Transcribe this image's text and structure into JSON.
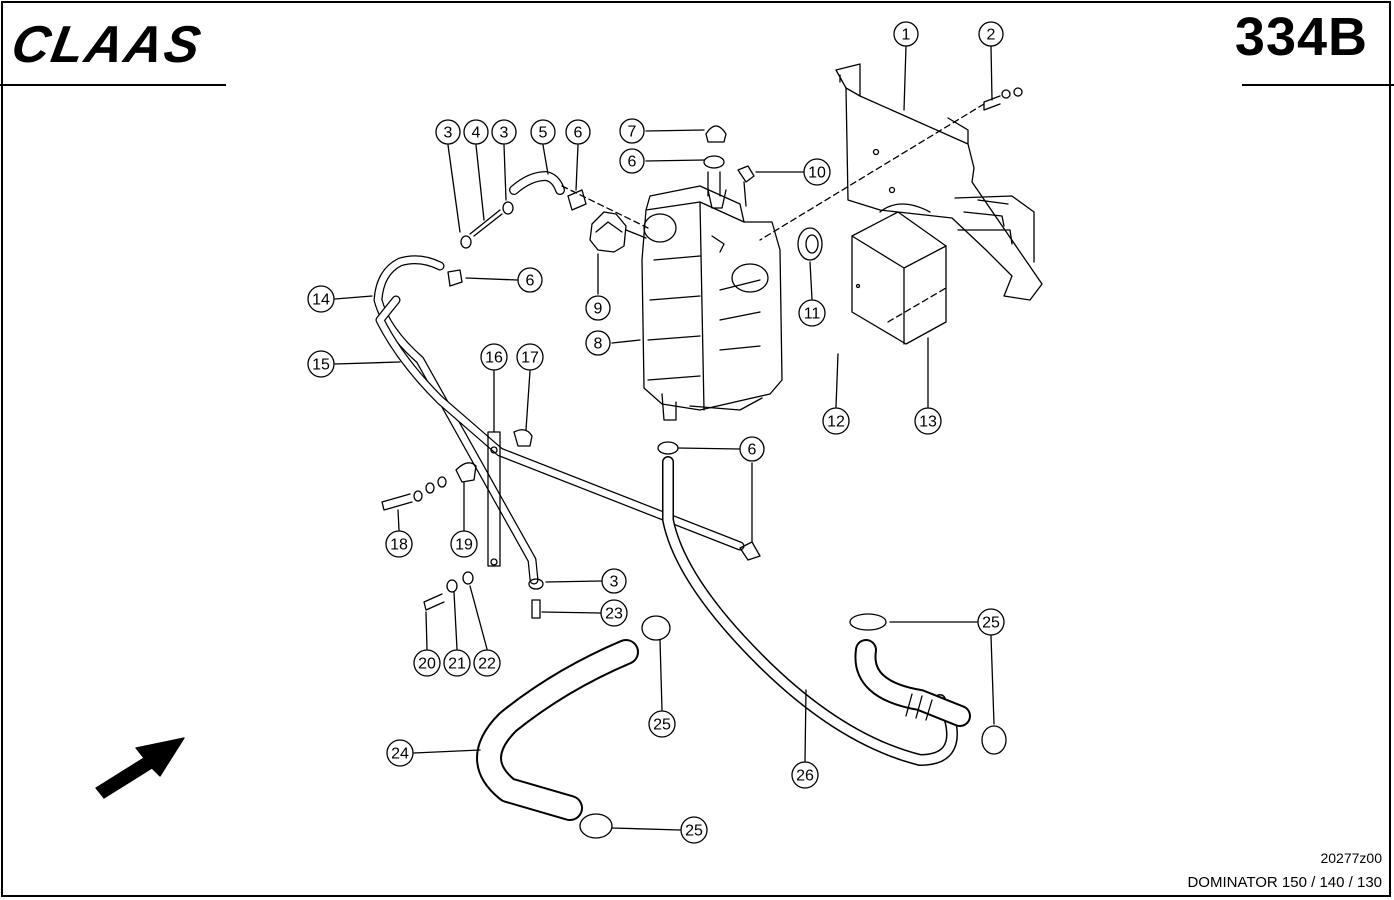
{
  "header": {
    "brand": "CLAAS",
    "page_code": "334B"
  },
  "footer": {
    "drawing_code": "20277z00",
    "model": "DOMINATOR 150 / 140 / 130"
  },
  "callouts": [
    {
      "id": "c1",
      "label": "1"
    },
    {
      "id": "c2",
      "label": "2"
    },
    {
      "id": "c3a",
      "label": "3"
    },
    {
      "id": "c4",
      "label": "4"
    },
    {
      "id": "c3b",
      "label": "3"
    },
    {
      "id": "c5",
      "label": "5"
    },
    {
      "id": "c6a",
      "label": "6"
    },
    {
      "id": "c7",
      "label": "7"
    },
    {
      "id": "c6b",
      "label": "6"
    },
    {
      "id": "c10",
      "label": "10"
    },
    {
      "id": "c6c",
      "label": "6"
    },
    {
      "id": "c14",
      "label": "14"
    },
    {
      "id": "c9",
      "label": "9"
    },
    {
      "id": "c11",
      "label": "11"
    },
    {
      "id": "c8",
      "label": "8"
    },
    {
      "id": "c15",
      "label": "15"
    },
    {
      "id": "c16",
      "label": "16"
    },
    {
      "id": "c17",
      "label": "17"
    },
    {
      "id": "c12",
      "label": "12"
    },
    {
      "id": "c13",
      "label": "13"
    },
    {
      "id": "c6d",
      "label": "6"
    },
    {
      "id": "c18",
      "label": "18"
    },
    {
      "id": "c19",
      "label": "19"
    },
    {
      "id": "c3c",
      "label": "3"
    },
    {
      "id": "c23",
      "label": "23"
    },
    {
      "id": "c25a",
      "label": "25"
    },
    {
      "id": "c20",
      "label": "20"
    },
    {
      "id": "c21",
      "label": "21"
    },
    {
      "id": "c22",
      "label": "22"
    },
    {
      "id": "c25b",
      "label": "25"
    },
    {
      "id": "c24",
      "label": "24"
    },
    {
      "id": "c26",
      "label": "26"
    },
    {
      "id": "c25c",
      "label": "25"
    }
  ]
}
